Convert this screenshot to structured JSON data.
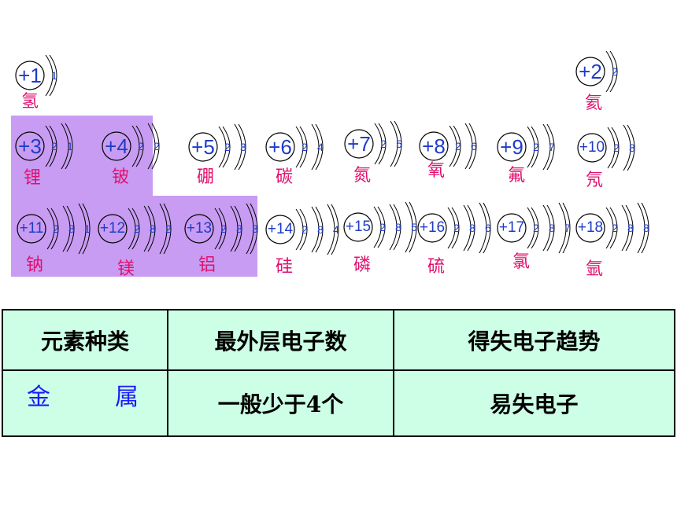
{
  "atoms": [
    {
      "charge": "+1",
      "shells": [
        "1"
      ],
      "name": "氢"
    },
    {
      "charge": "+2",
      "shells": [
        "2"
      ],
      "name": "氦"
    },
    {
      "charge": "+3",
      "shells": [
        "2",
        "1"
      ],
      "name": "锂"
    },
    {
      "charge": "+4",
      "shells": [
        "2",
        "2"
      ],
      "name": "铍"
    },
    {
      "charge": "+5",
      "shells": [
        "2",
        "3"
      ],
      "name": "硼"
    },
    {
      "charge": "+6",
      "shells": [
        "2",
        "4"
      ],
      "name": "碳"
    },
    {
      "charge": "+7",
      "shells": [
        "2",
        "5"
      ],
      "name": "氮"
    },
    {
      "charge": "+8",
      "shells": [
        "2",
        "6"
      ],
      "name": "氧"
    },
    {
      "charge": "+9",
      "shells": [
        "2",
        "7"
      ],
      "name": "氟"
    },
    {
      "charge": "+10",
      "shells": [
        "2",
        "8"
      ],
      "name": "氖"
    },
    {
      "charge": "+11",
      "shells": [
        "2",
        "8",
        "1"
      ],
      "name": "钠"
    },
    {
      "charge": "+12",
      "shells": [
        "2",
        "8",
        "2"
      ],
      "name": "镁"
    },
    {
      "charge": "+13",
      "shells": [
        "2",
        "8",
        "3"
      ],
      "name": "铝"
    },
    {
      "charge": "+14",
      "shells": [
        "2",
        "8",
        "4"
      ],
      "name": "硅"
    },
    {
      "charge": "+15",
      "shells": [
        "2",
        "8",
        "5"
      ],
      "name": "磷"
    },
    {
      "charge": "+16",
      "shells": [
        "2",
        "8",
        "6"
      ],
      "name": "硫"
    },
    {
      "charge": "+17",
      "shells": [
        "2",
        "8",
        "7"
      ],
      "name": "氯"
    },
    {
      "charge": "+18",
      "shells": [
        "2",
        "8",
        "8"
      ],
      "name": "氩"
    }
  ],
  "table": {
    "headers": [
      "元素种类",
      "最外层电子数",
      "得失电子趋势"
    ],
    "row": {
      "type_a": "金",
      "type_b": "属",
      "outer_electrons": "一般少于4个",
      "tendency": "易失电子"
    }
  },
  "colors": {
    "highlight": "#c89cf2",
    "nucleus": "#1e3cc8",
    "element_name": "#e0106e",
    "table_bg": "#ccffe6",
    "metal_text": "#1a1aff"
  }
}
